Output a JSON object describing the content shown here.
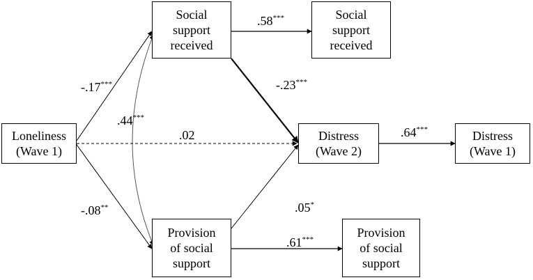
{
  "nodes": {
    "loneliness_w1": "Loneliness\n(Wave 1)",
    "support_received_left": "Social\nsupport\nreceived",
    "support_received_right": "Social\nsupport\nreceived",
    "provision_left": "Provision\nof social\nsupport",
    "provision_right": "Provision\nof social\nsupport",
    "distress_w2": "Distress\n(Wave 2)",
    "distress_w1": "Distress\n(Wave 1)"
  },
  "paths": {
    "lone_to_received": {
      "value": "-.17",
      "sig": "***"
    },
    "lone_to_provision": {
      "value": "-.08",
      "sig": "**"
    },
    "received_provision_cov": {
      "value": ".44",
      "sig": "***"
    },
    "lone_to_distress": {
      "value": ".02",
      "sig": ""
    },
    "received_stability": {
      "value": ".58",
      "sig": "***"
    },
    "received_to_distress": {
      "value": "-.23",
      "sig": "***"
    },
    "distress_stability": {
      "value": ".64",
      "sig": "***"
    },
    "provision_to_distress": {
      "value": ".05",
      "sig": "*"
    },
    "provision_stability": {
      "value": ".61",
      "sig": "***"
    }
  }
}
